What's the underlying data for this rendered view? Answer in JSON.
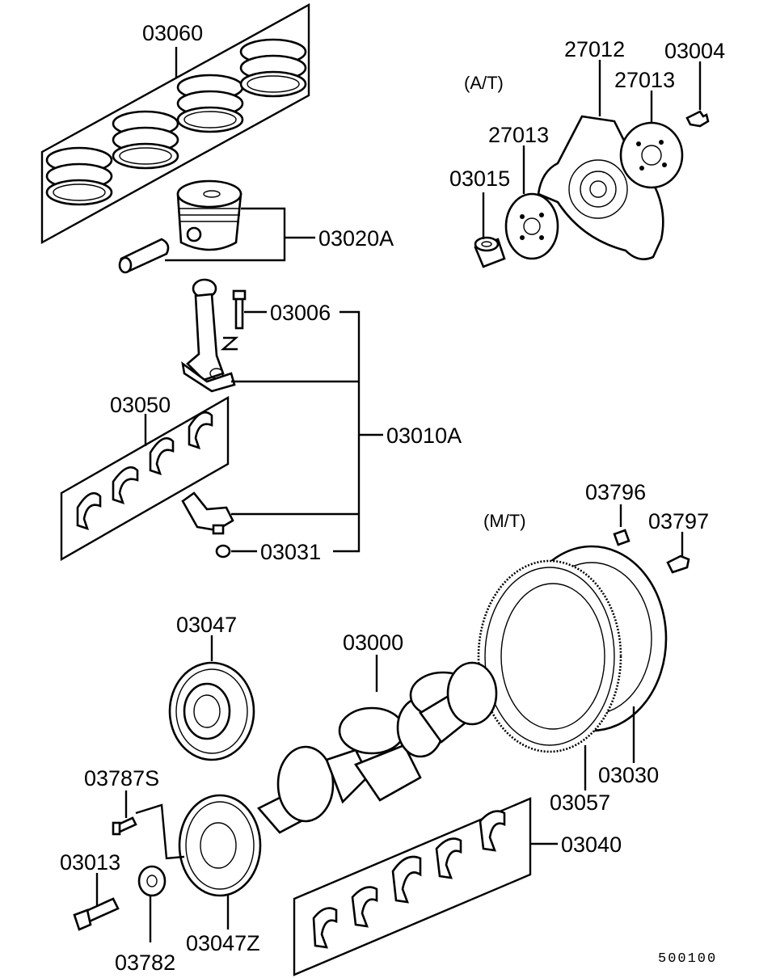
{
  "variants": {
    "at": "(A/T)",
    "mt": "(M/T)"
  },
  "parts": {
    "p03060": "03060",
    "p03020A": "03020A",
    "p03006": "03006",
    "p03050": "03050",
    "p03010A": "03010A",
    "p03031": "03031",
    "p27012": "27012",
    "p03004": "03004",
    "p27013a": "27013",
    "p27013b": "27013",
    "p03015": "03015",
    "p03796": "03796",
    "p03797": "03797",
    "p03047": "03047",
    "p03000": "03000",
    "p03787S": "03787S",
    "p03013": "03013",
    "p03782": "03782",
    "p03047Z": "03047Z",
    "p03040": "03040",
    "p03057": "03057",
    "p03030": "03030"
  },
  "diagram_code": "500100"
}
